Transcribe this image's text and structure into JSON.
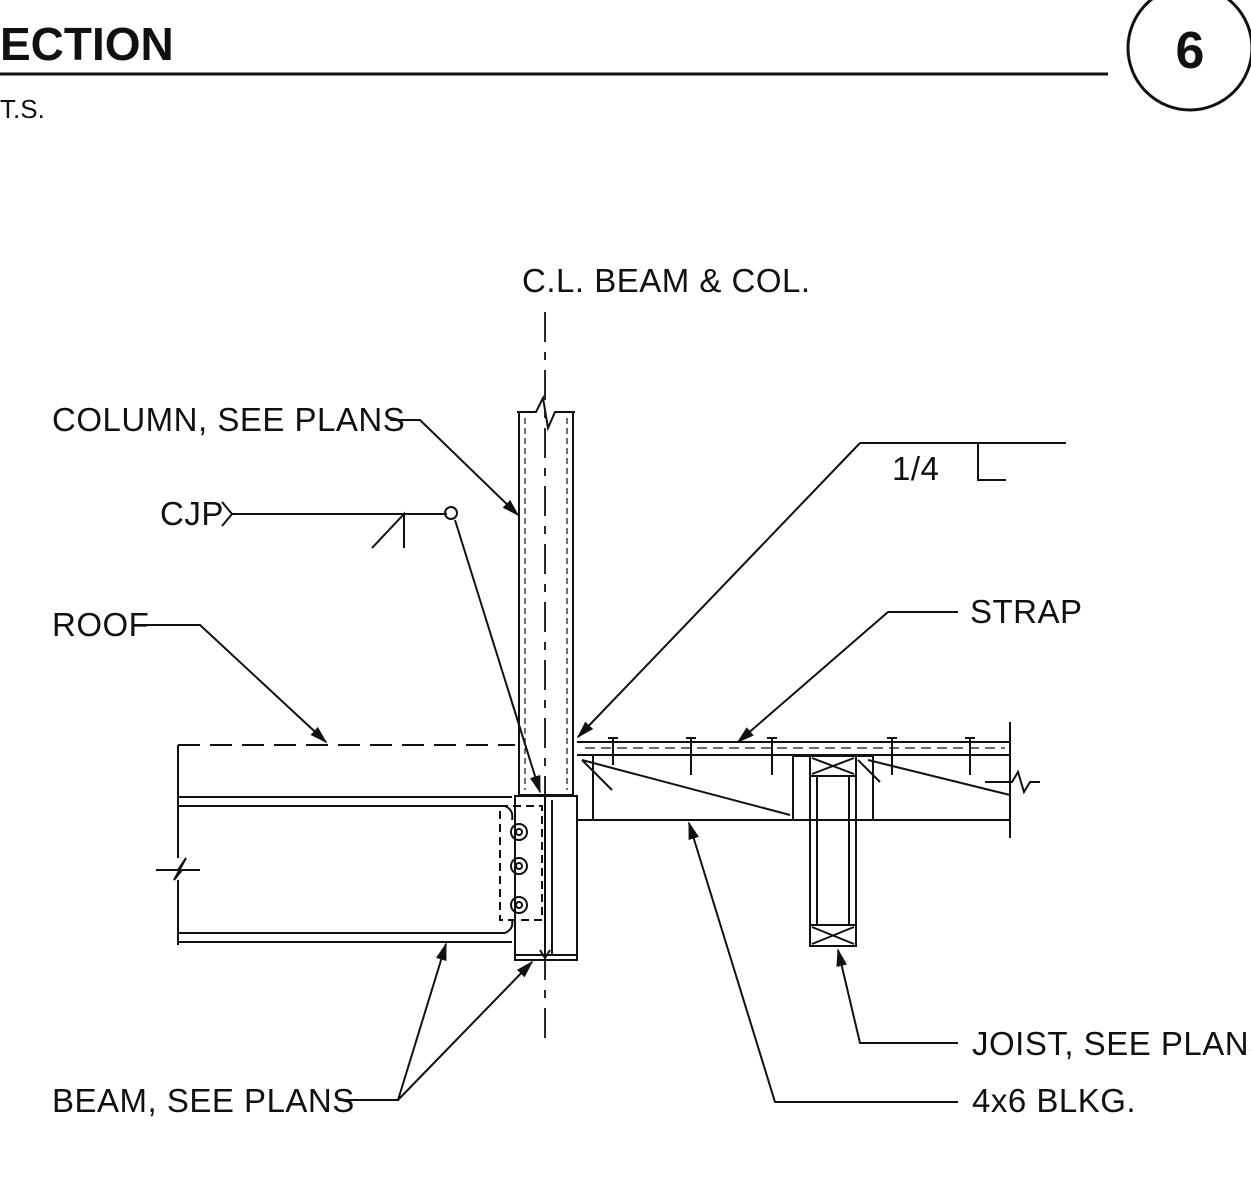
{
  "title": {
    "text": "ECTION",
    "scale": "T.S.",
    "detail_number": "6"
  },
  "labels": {
    "centerline": "C.L. BEAM & COL.",
    "column": "COLUMN, SEE PLANS",
    "weld_symbol": "CJP",
    "weld_size": "1/4",
    "roof": "ROOF",
    "strap": "STRAP",
    "beam": "BEAM, SEE PLANS",
    "joist": "JOIST, SEE PLANS",
    "blocking": "4x6 BLKG."
  }
}
